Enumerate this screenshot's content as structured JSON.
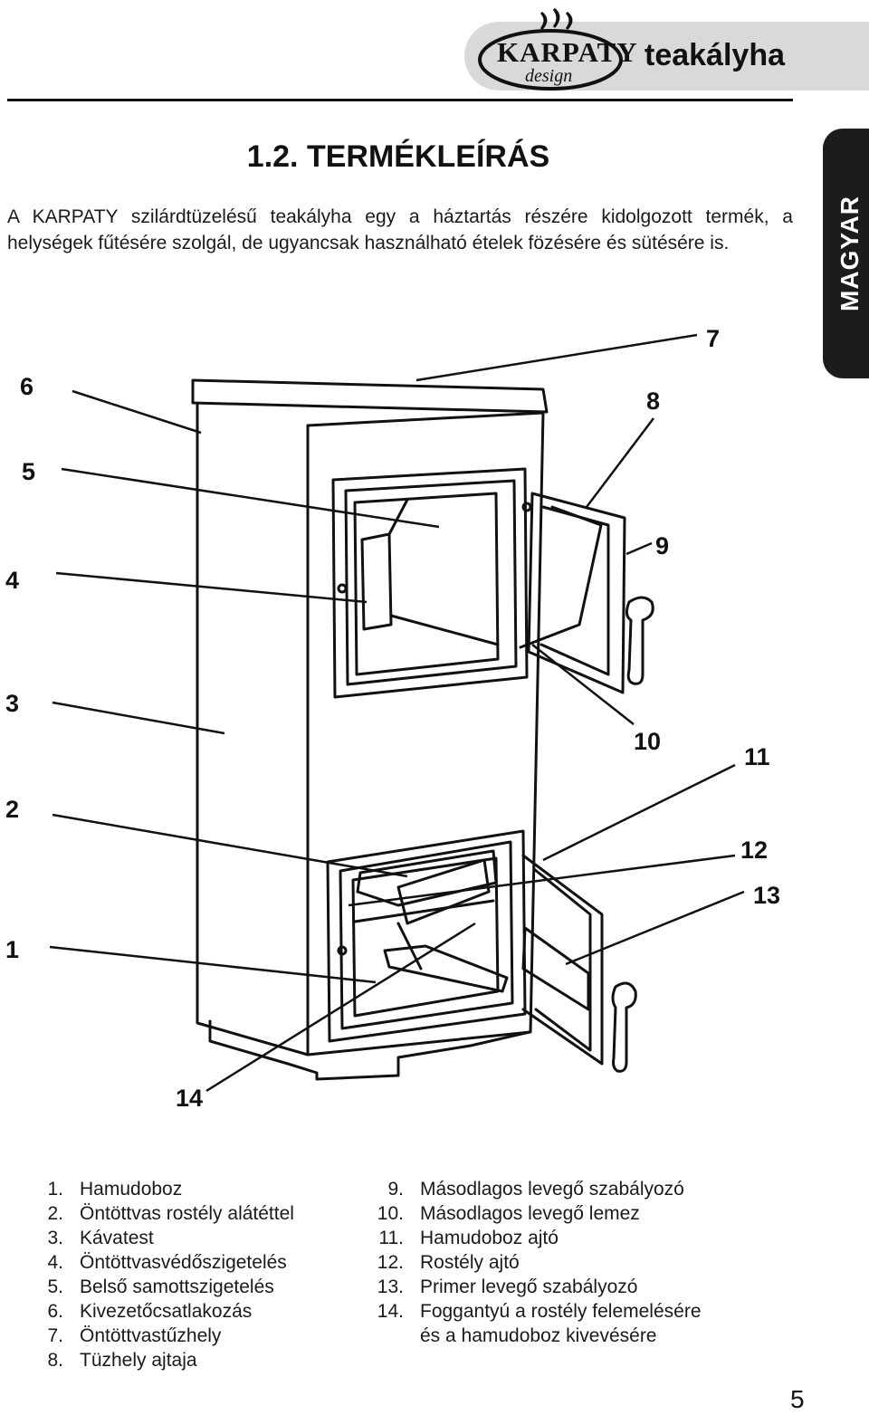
{
  "header": {
    "logo_text": "KARPATY",
    "logo_subtext": "design",
    "product_name": "teakályha"
  },
  "side_tab": {
    "label": "MAGYAR"
  },
  "section": {
    "title": "1.2. TERMÉKLEÍRÁS",
    "intro": "A KARPATY szilárdtüzelésű teakályha egy a háztartás részére kidolgozott termék, a helységek fűtésére szolgál, de ugyancsak használható ételek fözésére és sütésére is."
  },
  "diagram": {
    "callouts": [
      "1",
      "2",
      "3",
      "4",
      "5",
      "6",
      "7",
      "8",
      "9",
      "10",
      "11",
      "12",
      "13",
      "14"
    ]
  },
  "legend_left": [
    {
      "num": "1.",
      "text": "Hamudoboz"
    },
    {
      "num": "2.",
      "text": "Öntöttvas rostély alátéttel"
    },
    {
      "num": "3.",
      "text": "Kávatest"
    },
    {
      "num": "4.",
      "text": "Öntöttvasvédőszigetelés"
    },
    {
      "num": "5.",
      "text": "Belső samottszigetelés"
    },
    {
      "num": "6.",
      "text": "Kivezetőcsatlakozás"
    },
    {
      "num": "7.",
      "text": "Öntöttvastűzhely"
    },
    {
      "num": "8.",
      "text": "Tüzhely ajtaja"
    }
  ],
  "legend_right": [
    {
      "num": "9.",
      "text": "Másodlagos levegő szabályozó"
    },
    {
      "num": "10.",
      "text": "Másodlagos levegő lemez"
    },
    {
      "num": "11.",
      "text": "Hamudoboz ajtó"
    },
    {
      "num": "12.",
      "text": "Rostély ajtó"
    },
    {
      "num": "13.",
      "text": "Primer levegő szabályozó"
    },
    {
      "num": "14.",
      "text": "Foggantyú a rostély felemelésére"
    },
    {
      "num": "",
      "text": "és a hamudoboz kivevésére"
    }
  ],
  "page_number": "5"
}
